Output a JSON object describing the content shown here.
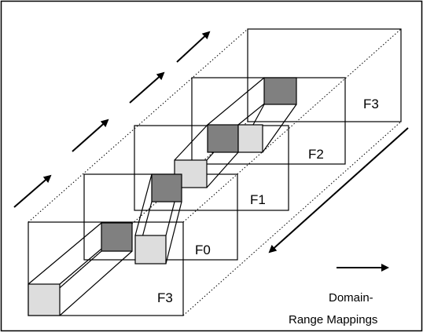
{
  "frames": [
    {
      "id": "f0-front",
      "label": "F3"
    },
    {
      "id": "f1",
      "label": "F0"
    },
    {
      "id": "f2",
      "label": "F1"
    },
    {
      "id": "f3",
      "label": "F2"
    },
    {
      "id": "f4-back",
      "label": "F3"
    }
  ],
  "legend": {
    "line1": "Domain-",
    "line2": "Range Mappings"
  },
  "colors": {
    "dark_block": "#808080",
    "light_block": "#dddddd",
    "stroke": "#000000"
  }
}
